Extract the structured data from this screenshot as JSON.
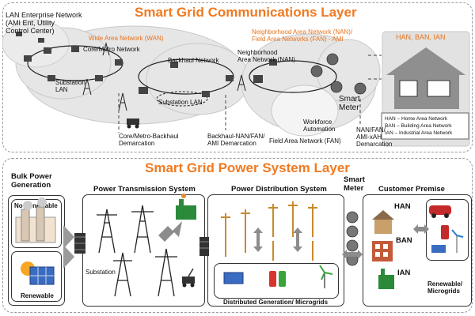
{
  "comm": {
    "title": "Smart Grid Communications Layer",
    "lan_enterprise": [
      "LAN Enterprise Network",
      "(AMI Ent, Utility",
      "Control Center)"
    ],
    "wan": "Wide Area Network (WAN)",
    "core_metro": "Core/Metro Network",
    "backhaul": "Backhaul Network",
    "neighborhood": [
      "Neighborhood",
      "Area Network (NAN)"
    ],
    "nan_fan": [
      "Neighborhood Area Network (NAN)/",
      "Field Area Networks (FAN) - AMI"
    ],
    "substation_lan_left": [
      "Substation",
      "LAN"
    ],
    "substation_lan_mid": "Substation LAN",
    "workforce": [
      "Workforce",
      "Automation"
    ],
    "smart_meter": [
      "Smart",
      "Meter"
    ],
    "fan": "Field Area Network (FAN)",
    "core_demarc": [
      "Core/Metro-Backhaul",
      "Demarcation"
    ],
    "backhaul_demarc": [
      "Backhaul-NAN/FAN/",
      "AMI Demarcation"
    ],
    "nan_demarc": [
      "NAN/FAN/",
      "AMI-xAH",
      "Demarcation"
    ],
    "han_ban_ian": "HAN, BAN, IAN",
    "legend": [
      "HAN – Home Area Network",
      "BAN – Building Area Network",
      "IAN – Industrial Area Network"
    ]
  },
  "power": {
    "title": "Smart Grid Power System Layer",
    "bulk": [
      "Bulk Power",
      "Generation"
    ],
    "no_renewable": "No Renewable",
    "renewable": "Renewable",
    "transmission": "Power Transmission System",
    "substation": "Substation",
    "distribution": "Power Distribution System",
    "dg": "Distributed Generation/ Microgrids",
    "smart_meter": [
      "Smart",
      "Meter"
    ],
    "customer": "Customer Premise",
    "han": "HAN",
    "ban": "BAN",
    "ian": "IAN",
    "renew_micro": [
      "Renewable/",
      "Microgrids"
    ]
  },
  "colors": {
    "orange": "#f07a22",
    "cloud": "#e8e8e8",
    "arrow": "#8c8c8c",
    "pole": "#c98a2e",
    "battery_red": "#d9342b",
    "battery_green": "#3aa43a"
  }
}
